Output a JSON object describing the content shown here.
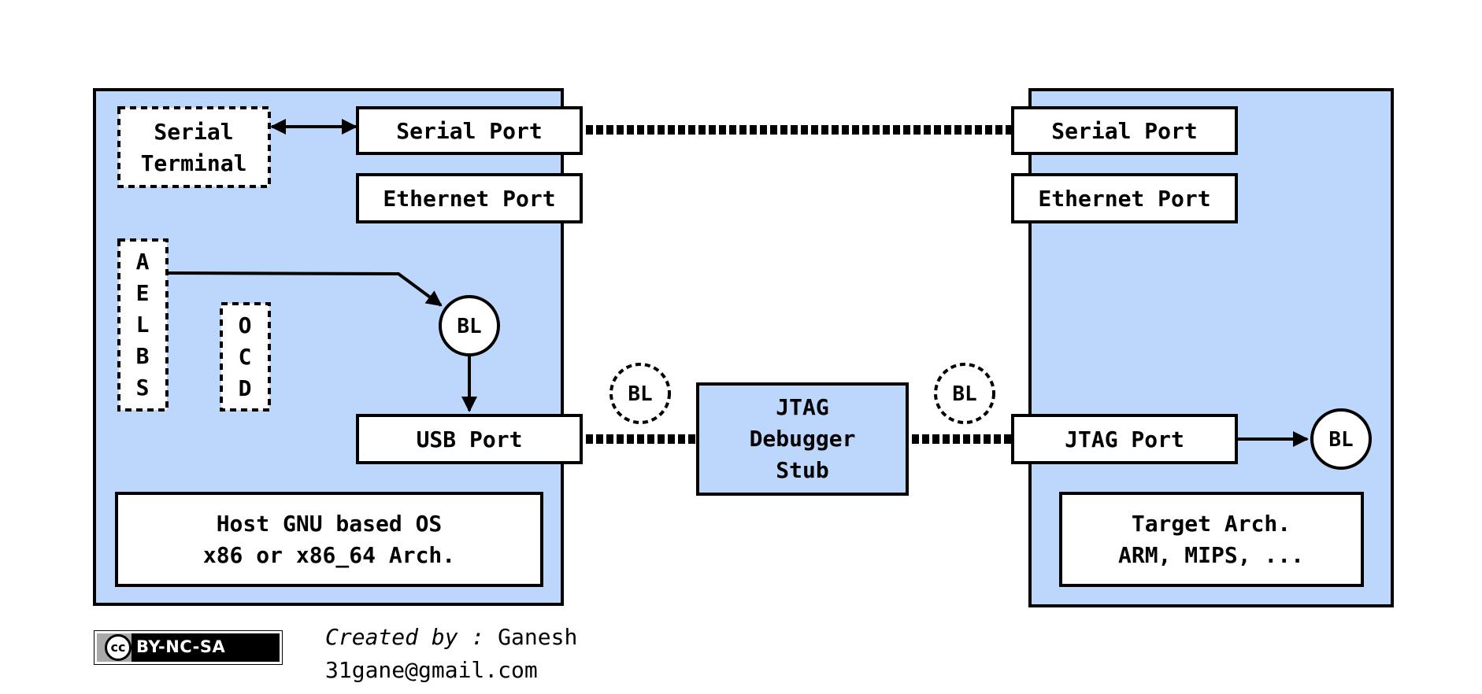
{
  "colors": {
    "panel_fill": "#bcd6fc",
    "box_fill": "#ffffff",
    "stroke": "#000000"
  },
  "host": {
    "serial_terminal": [
      "Serial",
      "Terminal"
    ],
    "serial_port": "Serial Port",
    "ethernet_port": "Ethernet Port",
    "aelbs": [
      "A",
      "E",
      "L",
      "B",
      "S"
    ],
    "ocd": [
      "O",
      "C",
      "D"
    ],
    "bootloader": "BL",
    "usb_port": "USB Port",
    "os_box": [
      "Host GNU based OS",
      "x86 or x86_64 Arch."
    ]
  },
  "jtag_stub": [
    "JTAG",
    "Debugger",
    "Stub"
  ],
  "optional_bl_left": "BL",
  "optional_bl_right": "BL",
  "target": {
    "serial_port": "Serial Port",
    "ethernet_port": "Ethernet Port",
    "jtag_port": "JTAG Port",
    "bootloader": "BL",
    "arch_box": [
      "Target Arch.",
      "ARM, MIPS, ..."
    ]
  },
  "footer": {
    "license": "BY-NC-SA",
    "license_cc": "cc",
    "created_by_label": "Created by :",
    "author": "Ganesh",
    "email": "31gane@gmail.com"
  }
}
